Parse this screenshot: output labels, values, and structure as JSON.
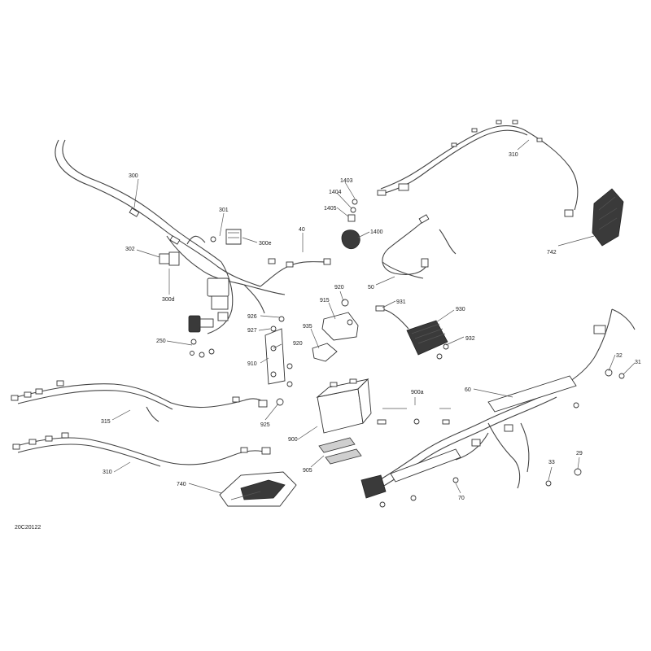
{
  "diagram": {
    "drawing_code": "20C20122",
    "labels": {
      "l300": "300",
      "l301": "301",
      "l300e": "300e",
      "l302": "302",
      "l300d": "300d",
      "l250": "250",
      "l40": "40",
      "l1403": "1403",
      "l1404": "1404",
      "l1405": "1405",
      "l1400": "1400",
      "l50": "50",
      "l920a": "920",
      "l915": "915",
      "l935": "935",
      "l926": "926",
      "l927": "927",
      "l920b": "920",
      "l910": "910",
      "l925": "925",
      "l931": "931",
      "l930": "930",
      "l932": "932",
      "l310a": "310",
      "l742": "742",
      "l60": "60",
      "l32": "32",
      "l31": "31",
      "l900a": "900a",
      "l900": "900",
      "l905": "905",
      "l315": "315",
      "l310b": "310",
      "l740": "740",
      "l70": "70",
      "l33": "33",
      "l29": "29"
    }
  }
}
